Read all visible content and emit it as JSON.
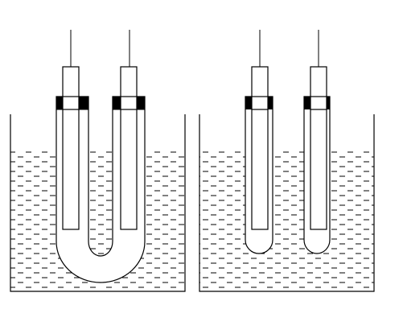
{
  "diagram": {
    "panels": [
      {
        "name": "left-apparatus",
        "tube_type": "u-tube",
        "electrode_count": 2
      },
      {
        "name": "right-apparatus",
        "tube_type": "separate-tubes",
        "electrode_count": 2
      }
    ],
    "colors": {
      "stroke": "#000000",
      "liquid_dash": "#000000",
      "tube_fill": "#ffffff",
      "stopper": "#000000",
      "background": "#ffffff"
    }
  }
}
